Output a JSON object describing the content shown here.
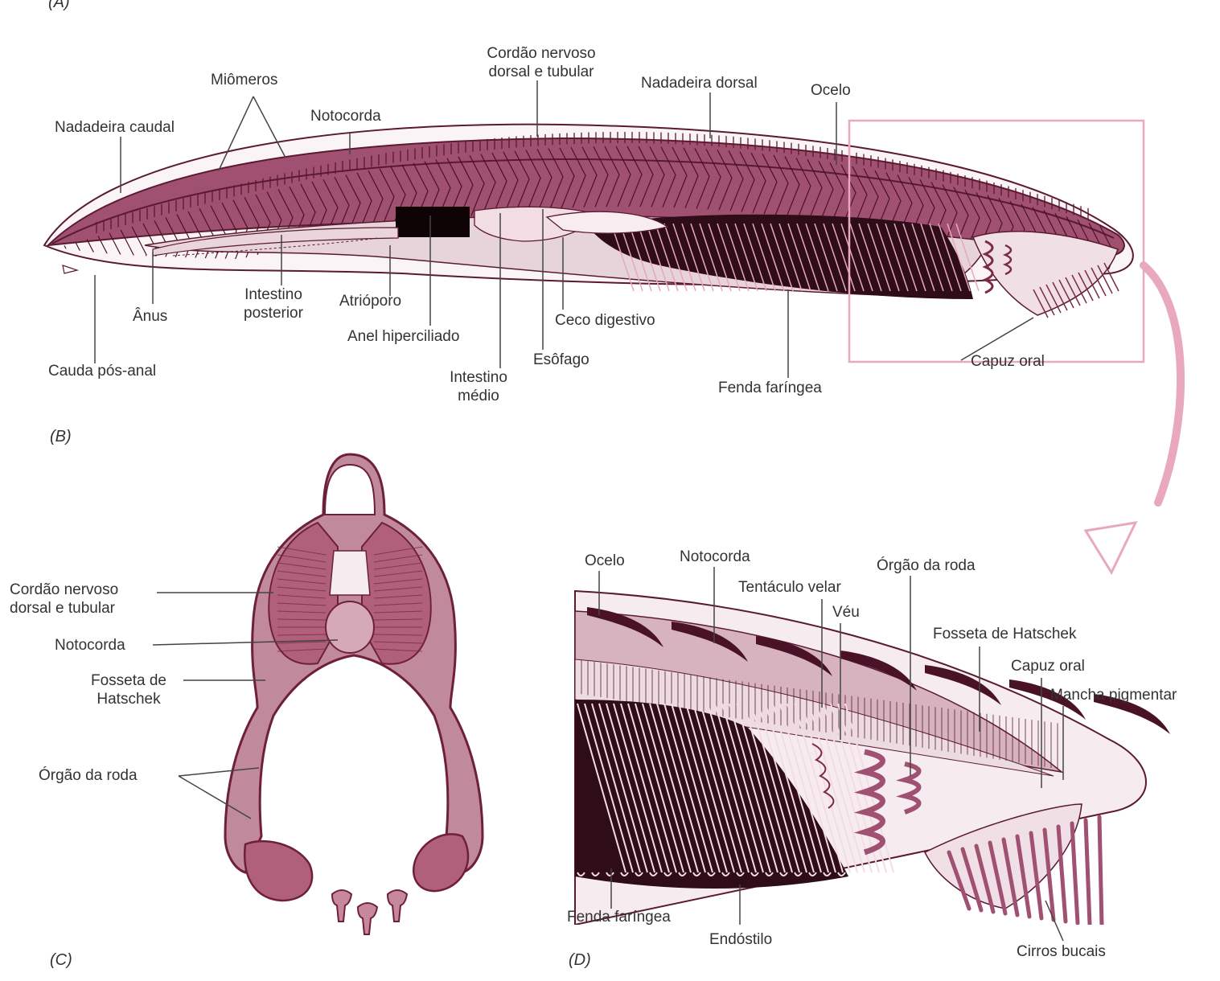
{
  "colors": {
    "body_fill": "#b58e9a",
    "body_dark": "#7b2a47",
    "muscle": "#a05070",
    "pharynx_dark": "#2e0d18",
    "outline": "#5a1a30",
    "highlight": "#e8a8bf",
    "label_text": "#333333",
    "leader": "#444444"
  },
  "panels": {
    "a": "(A)",
    "b": "(B)",
    "c": "(C)",
    "d": "(D)"
  },
  "panel_b": {
    "labels": {
      "miomeros": "Miômeros",
      "cordao_l1": "Cordão nervoso",
      "cordao_l2": "dorsal e tubular",
      "nadadeira_dorsal": "Nadadeira dorsal",
      "ocelo": "Ocelo",
      "nadadeira_caudal": "Nadadeira caudal",
      "notocorda": "Notocorda",
      "intestino_posterior_l1": "Intestino",
      "intestino_posterior_l2": "posterior",
      "atrioporo": "Atrióporo",
      "anus": "Ânus",
      "anel": "Anel hiperciliado",
      "ceco": "Ceco digestivo",
      "esofago": "Esôfago",
      "intestino_medio_l1": "Intestino",
      "intestino_medio_l2": "médio",
      "capuz_oral": "Capuz oral",
      "cauda": "Cauda pós-anal",
      "fenda": "Fenda faríngea"
    }
  },
  "panel_c": {
    "labels": {
      "cordao_l1": "Cordão nervoso",
      "cordao_l2": "dorsal e tubular",
      "notocorda": "Notocorda",
      "fosseta_l1": "Fosseta de",
      "fosseta_l2": "Hatschek",
      "orgao_roda": "Órgão da roda"
    }
  },
  "panel_d": {
    "labels": {
      "ocelo": "Ocelo",
      "notocorda": "Notocorda",
      "orgao_roda": "Órgão da roda",
      "tentaculo": "Tentáculo velar",
      "veu": "Véu",
      "fosseta": "Fosseta de Hatschek",
      "capuz_oral": "Capuz oral",
      "mancha": "Mancha pigmentar",
      "fenda": "Fenda faríngea",
      "endostilo": "Endóstilo",
      "cirros": "Cirros bucais"
    }
  }
}
